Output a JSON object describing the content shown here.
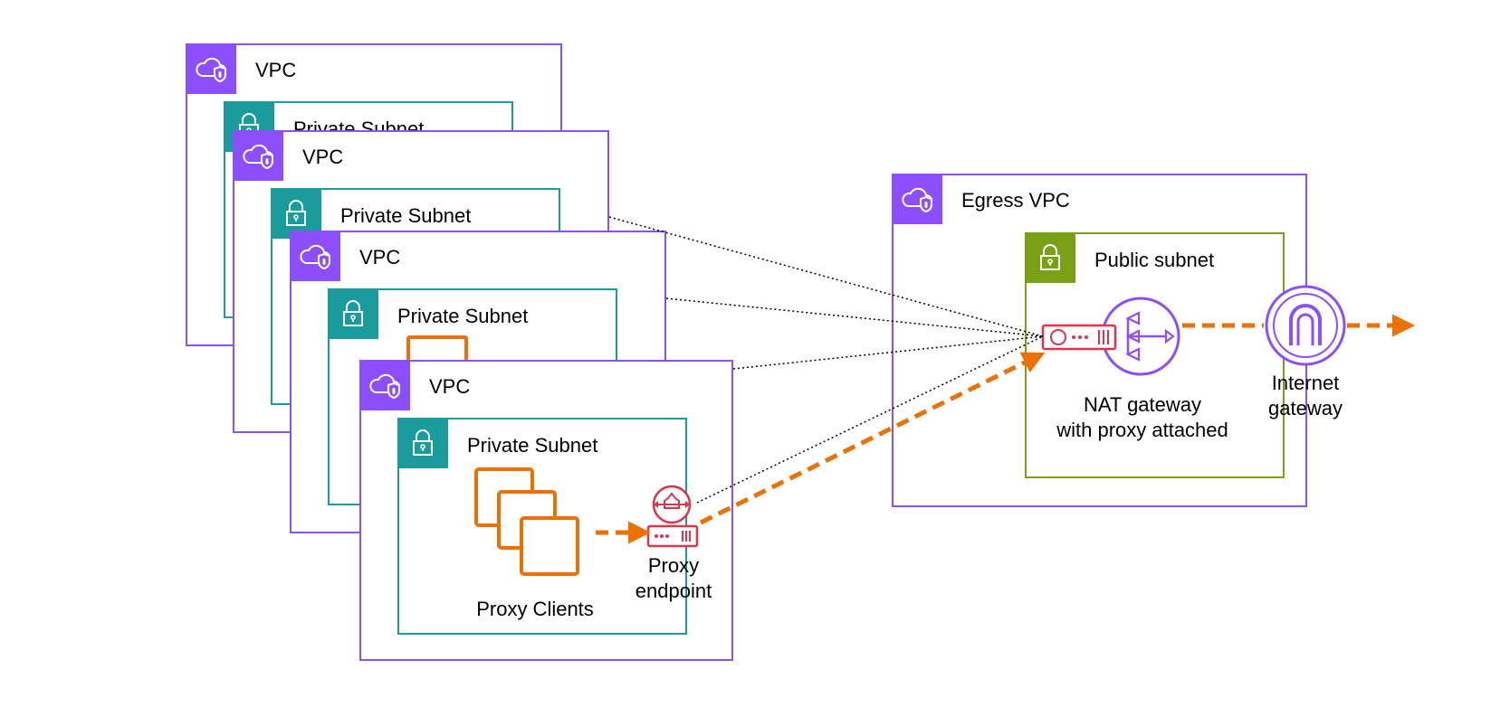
{
  "vpcs": [
    {
      "label": "VPC",
      "subnet_label": "Private Subnet"
    },
    {
      "label": "VPC",
      "subnet_label": "Private Subnet"
    },
    {
      "label": "VPC",
      "subnet_label": "Private Subnet"
    },
    {
      "label": "VPC",
      "subnet_label": "Private Subnet"
    }
  ],
  "clients": {
    "label": "Proxy Clients"
  },
  "proxy_endpoint": {
    "label": "Proxy\nendpoint"
  },
  "egress_vpc": {
    "label": "Egress VPC",
    "subnet_label": "Public subnet"
  },
  "nat_gateway": {
    "label": "NAT gateway\nwith proxy attached"
  },
  "internet_gateway": {
    "label": "Internet\ngateway"
  },
  "icons": [
    "vpc-cloud-shield-icon",
    "lock-icon",
    "ec2-instances-icon",
    "network-firewall-proxy-icon",
    "nat-gateway-icon",
    "internet-gateway-icon"
  ],
  "colors": {
    "vpc": "#8c4fff",
    "private_subnet": "#1a9c9c",
    "public_subnet": "#7aa116",
    "compute": "#ed7100",
    "proxy": "#dd344c",
    "arrow": "#ed7100"
  }
}
